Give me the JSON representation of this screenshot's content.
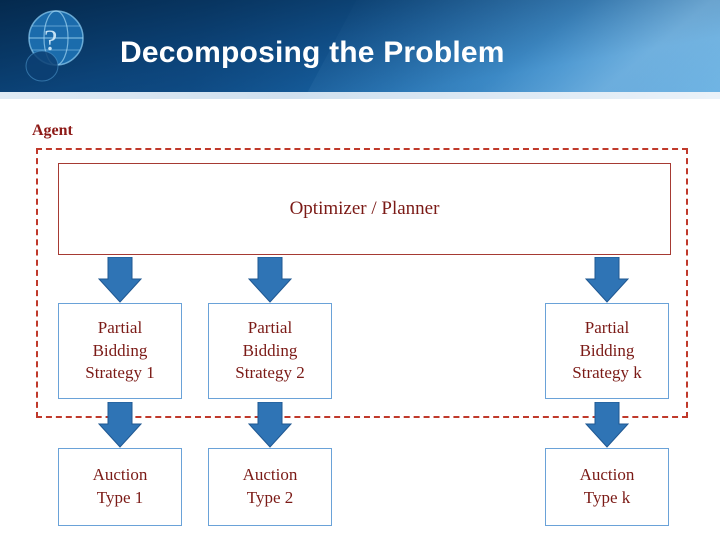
{
  "header": {
    "title": "Decomposing the Problem",
    "logo_icon": "globe-logo-icon"
  },
  "diagram": {
    "agent_label": "Agent",
    "optimizer": {
      "label": "Optimizer / Planner"
    },
    "strategies": [
      {
        "line1": "Partial",
        "line2": "Bidding",
        "line3": "Strategy 1"
      },
      {
        "line1": "Partial",
        "line2": "Bidding",
        "line3": "Strategy 2"
      },
      {
        "line1": "Partial",
        "line2": "Bidding",
        "line3": "Strategy k"
      }
    ],
    "auctions": [
      {
        "line1": "Auction",
        "line2": "Type 1"
      },
      {
        "line1": "Auction",
        "line2": "Type 2"
      },
      {
        "line1": "Auction",
        "line2": "Type k"
      }
    ],
    "arrow_icon": "down-arrow-icon",
    "colors": {
      "title_band": "#11518d",
      "dashed_border": "#c0392b",
      "text_red": "#7b1a16",
      "box_border": "#6aa2d8",
      "arrow_fill": "#2f74b5"
    }
  }
}
